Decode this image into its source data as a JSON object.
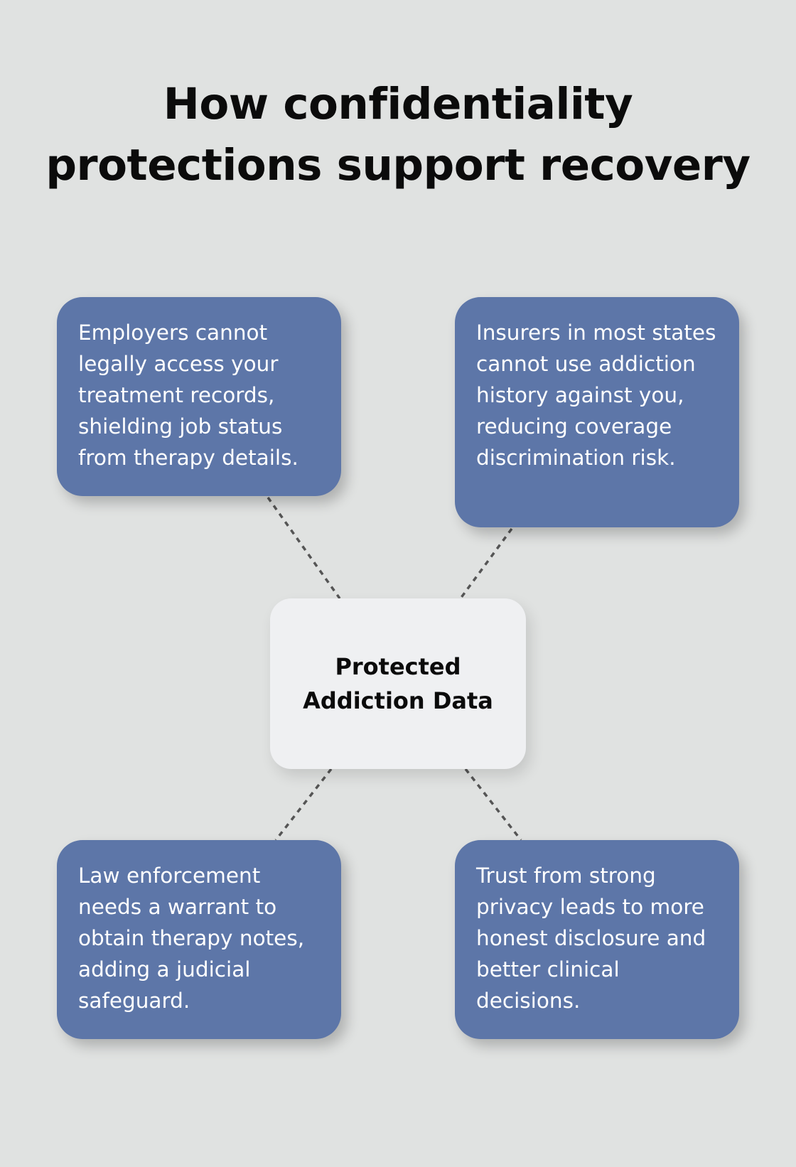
{
  "title": {
    "line1": "How confidentiality",
    "line2": "protections support recovery"
  },
  "center": {
    "line1": "Protected",
    "line2": "Addiction Data"
  },
  "nodes": {
    "top_left": "Employers cannot legally access your treatment records, shielding job status from therapy details.",
    "top_right": "Insurers in most states cannot use addiction history against you, reducing coverage discrimination risk.",
    "bottom_left": "Law enforcement needs a warrant to obtain therapy notes, adding a judicial safeguard.",
    "bottom_right": "Trust from strong privacy leads to more honest disclosure and better clinical decisions."
  },
  "colors": {
    "background": "#e0e2e1",
    "node_fill": "#5d76a8",
    "center_fill": "#eff0f2",
    "connector": "#555555"
  }
}
